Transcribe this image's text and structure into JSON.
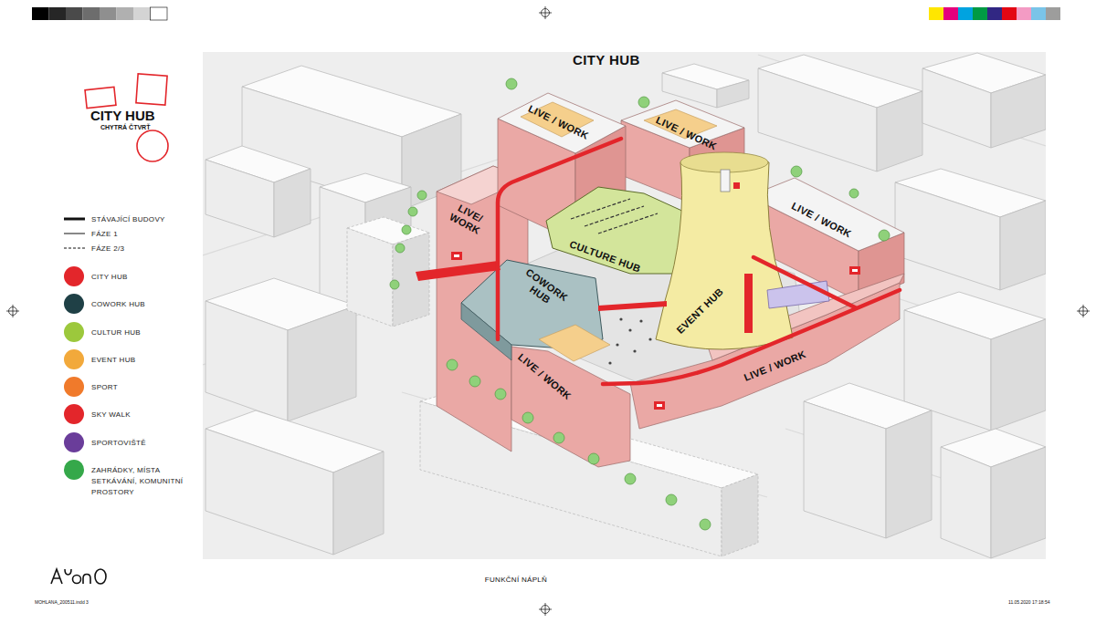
{
  "diagram": {
    "title": "CITY HUB",
    "caption": "FUNKČNÍ NÁPLŇ",
    "nodes": [
      {
        "text": [
          "LIVE / WORK"
        ]
      },
      {
        "text": [
          "LIVE / WORK"
        ]
      },
      {
        "text": [
          "LIVE/ WORK"
        ]
      },
      {
        "text": [
          "CULTURE HUB"
        ]
      },
      {
        "text": [
          "LIVE / WORK"
        ]
      },
      {
        "text": [
          "COWORK HUB"
        ]
      },
      {
        "text": [
          "EVENT HUB"
        ]
      },
      {
        "text": [
          "LIVE / WORK"
        ]
      },
      {
        "text": [
          "LIVE / WORK"
        ]
      }
    ],
    "labels": [
      "CITY HUB",
      "CHYTRÁ ČTVRŤ",
      "MOHLANA_200511.indd 3",
      "11.05.2020 17:18:54"
    ],
    "legend": [
      {
        "text": "STÁVAJÍCÍ BUDOVY"
      },
      {
        "text": "FÁZE 1"
      },
      {
        "text": "FÁZE 2/3"
      },
      {
        "text": "CITY HUB",
        "color": "#e3262b"
      },
      {
        "text": "COWORK HUB",
        "color": "#1f4046"
      },
      {
        "text": "CULTUR HUB",
        "color": "#9cc83c"
      },
      {
        "text": "EVENT HUB",
        "color": "#f2a93b"
      },
      {
        "text": "SPORT",
        "color": "#f07a2b"
      },
      {
        "text": "SKY WALK",
        "color": "#e3262b"
      },
      {
        "text": "SPORTOVIŠTĚ",
        "color": "#6a3d9a"
      },
      {
        "text": "ZAHRÁDKY, MÍSTA SETKÁVÁNÍ, KOMUNITNÍ PROSTORY",
        "color": "#35a84a"
      }
    ]
  }
}
